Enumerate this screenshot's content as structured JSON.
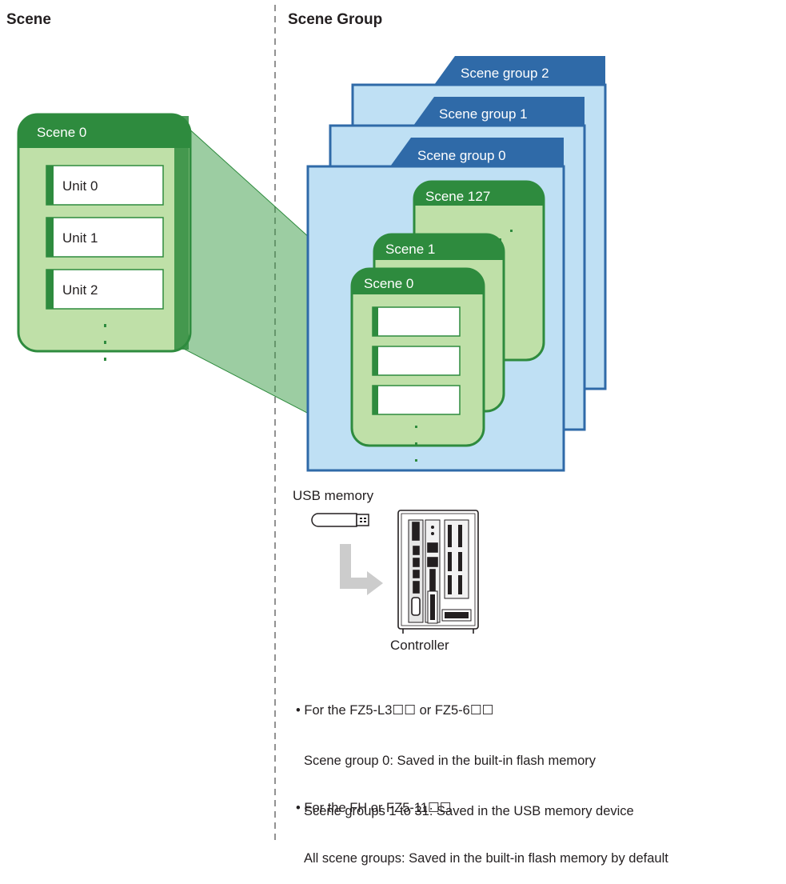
{
  "headers": {
    "left": "Scene",
    "right": "Scene Group"
  },
  "scene_detail": {
    "title": "Scene 0",
    "units": [
      "Unit 0",
      "Unit 1",
      "Unit 2"
    ]
  },
  "scene_groups": [
    "Scene group 2",
    "Scene group 1",
    "Scene group 0"
  ],
  "group_scenes": [
    "Scene 127",
    "Scene 1",
    "Scene 0"
  ],
  "devices": {
    "usb_label": "USB memory",
    "controller_label": "Controller"
  },
  "notes": [
    {
      "bullet": "• For the FZ5-L3☐☐ or FZ5-6☐☐",
      "lines": [
        "Scene group 0: Saved in the built-in flash memory",
        "Scene groups 1 to 31: Saved in the USB memory device"
      ]
    },
    {
      "bullet": "• For the FH or FZ5-11☐☐",
      "lines": [
        "All scene groups: Saved in the built-in flash memory by default"
      ]
    }
  ],
  "colors": {
    "green_dark": "#2e8b3e",
    "green_light": "#bfe0a8",
    "blue_dark": "#2f6aa8",
    "blue_light": "#bfe0f4",
    "divider": "#777777"
  }
}
